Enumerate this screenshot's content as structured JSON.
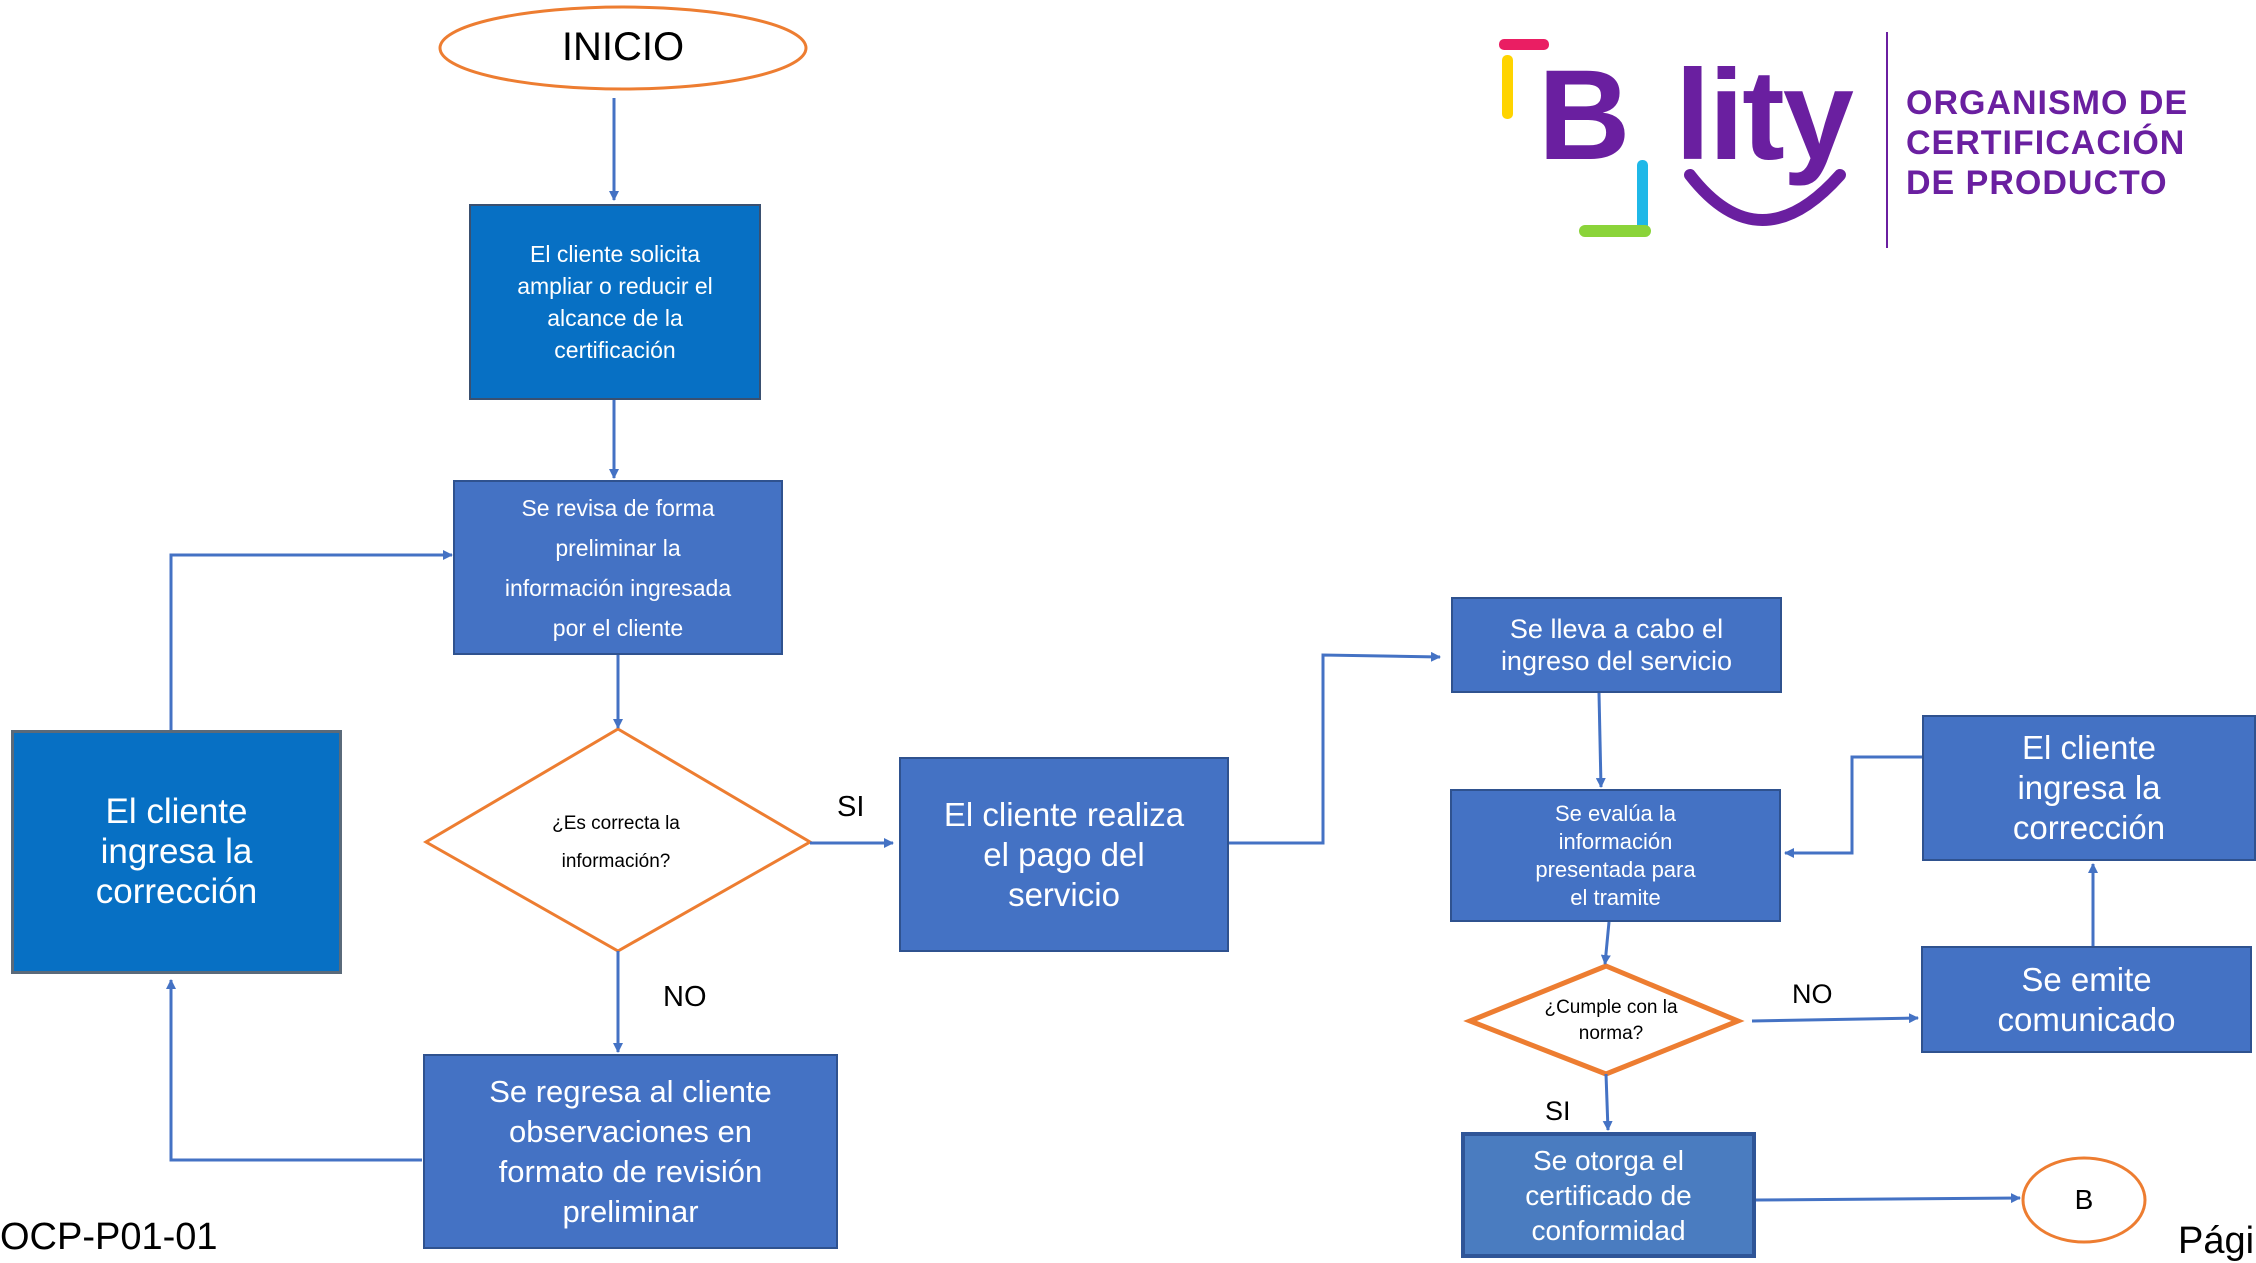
{
  "logo": {
    "brand": "B lity",
    "tagline": [
      "ORGANISMO DE",
      "CERTIFICACIÓN",
      "DE PRODUCTO"
    ],
    "colors": {
      "purple": "#6a1fa0",
      "pink": "#ea1e63",
      "yellow": "#ffd400",
      "cyan": "#1fb8e8",
      "green": "#8bd43a"
    }
  },
  "flow": {
    "start": "INICIO",
    "request": "El cliente solicita\nampliar o reducir el\nalcance de la\ncertificación",
    "review": "Se revisa de forma\npreliminar la\ninformación ingresada\npor el cliente",
    "decision1": "¿Es correcta la\ninformación?",
    "return_obs": "Se regresa al cliente\nobservaciones en\nformato  de revisión\npreliminar",
    "correction1": "El cliente\ningresa la\ncorrección",
    "payment": "El cliente realiza\nel pago del\nservicio",
    "service_entry": "Se lleva a cabo el\ningreso del servicio",
    "evaluation": "Se evalúa la\ninformación\npresentada para\nel tramite",
    "decision2": "¿Cumple con la\nnorma?",
    "notice": "Se emite\ncomunicado",
    "correction2": "El cliente\ningresa la\ncorrección",
    "certificate": "Se otorga el\ncertificado de\nconformidad",
    "connector": "B"
  },
  "edge_labels": {
    "yes1": "SI",
    "no1": "NO",
    "no2": "NO",
    "yes2": "SI"
  },
  "footer": {
    "code": "OCP-P01-01",
    "page_prefix": "Pági"
  },
  "colors": {
    "box_dark": "#0770c4",
    "box_mid": "#4472c4",
    "arrow": "#4472c4",
    "decision_border": "#ed7d31",
    "oval_border": "#ed7d31"
  }
}
